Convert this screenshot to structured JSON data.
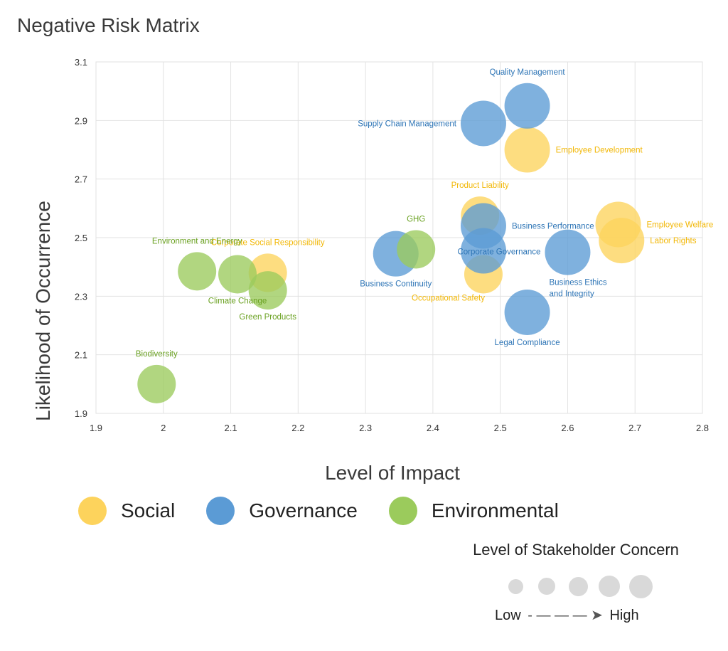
{
  "chart_data": {
    "type": "scatter",
    "title": "Negative Risk Matrix",
    "xlabel": "Level of Impact",
    "ylabel": "Likelihood of Occurrence",
    "xlim": [
      1.9,
      2.8
    ],
    "ylim": [
      1.9,
      3.1
    ],
    "xticks": [
      1.9,
      2,
      2.1,
      2.2,
      2.3,
      2.4,
      2.5,
      2.6,
      2.7,
      2.8
    ],
    "xtick_labels": [
      "1.9",
      "2",
      "2.1",
      "2.2",
      "2.3",
      "2.4",
      "2.5",
      "2.6",
      "2.7",
      "2.8"
    ],
    "yticks": [
      1.9,
      2.1,
      2.3,
      2.5,
      2.7,
      2.9,
      3.1
    ],
    "ytick_labels": [
      "1.9",
      "2.1",
      "2.3",
      "2.5",
      "2.7",
      "2.9",
      "3.1"
    ],
    "grid": true,
    "legend_position": "bottom-left",
    "series": [
      {
        "name": "Social",
        "color": "#fdd35c",
        "points": [
          {
            "label": "Employee Development",
            "x": 2.54,
            "y": 2.8,
            "size": 4,
            "label_pos": "right"
          },
          {
            "label": "Product Liability",
            "x": 2.47,
            "y": 2.575,
            "size": 3,
            "label_pos": "top"
          },
          {
            "label": "Employee Welfare",
            "x": 2.675,
            "y": 2.545,
            "size": 4,
            "label_pos": "right"
          },
          {
            "label": "Labor Rights",
            "x": 2.68,
            "y": 2.49,
            "size": 4,
            "label_pos": "right"
          },
          {
            "label": "Corporate Social Responsibility",
            "x": 2.155,
            "y": 2.38,
            "size": 3,
            "label_pos": "top"
          },
          {
            "label": "Occupational Safety",
            "x": 2.475,
            "y": 2.375,
            "size": 3,
            "label_pos": "bottom-left"
          }
        ]
      },
      {
        "name": "Governance",
        "color": "#5b9bd5",
        "points": [
          {
            "label": "Quality Management",
            "x": 2.54,
            "y": 2.95,
            "size": 4,
            "label_pos": "top"
          },
          {
            "label": "Supply Chain Management",
            "x": 2.475,
            "y": 2.89,
            "size": 4,
            "label_pos": "left"
          },
          {
            "label": "Business Performance",
            "x": 2.475,
            "y": 2.54,
            "size": 4,
            "label_pos": "right"
          },
          {
            "label": "Corporate Governance",
            "x": 2.475,
            "y": 2.455,
            "size": 4,
            "label_pos": "center"
          },
          {
            "label": "Business Ethics and Integrity",
            "x": 2.6,
            "y": 2.45,
            "size": 4,
            "label_pos": "bottom"
          },
          {
            "label": "Business Continuity",
            "x": 2.345,
            "y": 2.445,
            "size": 4,
            "label_pos": "bottom"
          },
          {
            "label": "Legal Compliance",
            "x": 2.54,
            "y": 2.245,
            "size": 4,
            "label_pos": "bottom"
          }
        ]
      },
      {
        "name": "Environmental",
        "color": "#9bcb5c",
        "points": [
          {
            "label": "GHG",
            "x": 2.375,
            "y": 2.46,
            "size": 3,
            "label_pos": "top"
          },
          {
            "label": "Environment and Energy",
            "x": 2.05,
            "y": 2.385,
            "size": 3,
            "label_pos": "top"
          },
          {
            "label": "Climate Change",
            "x": 2.11,
            "y": 2.375,
            "size": 3,
            "label_pos": "bottom"
          },
          {
            "label": "Green Products",
            "x": 2.155,
            "y": 2.32,
            "size": 3,
            "label_pos": "bottom"
          },
          {
            "label": "Biodiversity",
            "x": 1.99,
            "y": 2.0,
            "size": 3,
            "label_pos": "top"
          }
        ]
      }
    ]
  },
  "legend": {
    "items": [
      {
        "label": "Social",
        "color": "#fdd35c"
      },
      {
        "label": "Governance",
        "color": "#5b9bd5"
      },
      {
        "label": "Environmental",
        "color": "#9bcb5c"
      }
    ]
  },
  "size_legend": {
    "title": "Level of Stakeholder Concern",
    "low_label": "Low",
    "high_label": "High",
    "scale_text": "- — — — ➤",
    "levels": [
      1,
      2,
      3,
      4,
      5
    ]
  }
}
